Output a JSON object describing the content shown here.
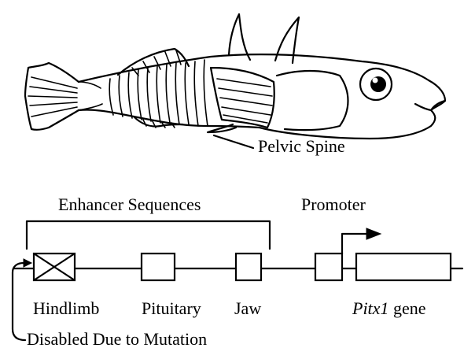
{
  "labels": {
    "pelvic_spine": "Pelvic Spine",
    "enhancer_sequences": "Enhancer Sequences",
    "promoter": "Promoter",
    "hindlimb": "Hindlimb",
    "pituitary": "Pituitary",
    "jaw": "Jaw",
    "gene_name": "Pitx1",
    "gene_suffix": " gene",
    "disabled_note": "Disabled Due to Mutation"
  }
}
